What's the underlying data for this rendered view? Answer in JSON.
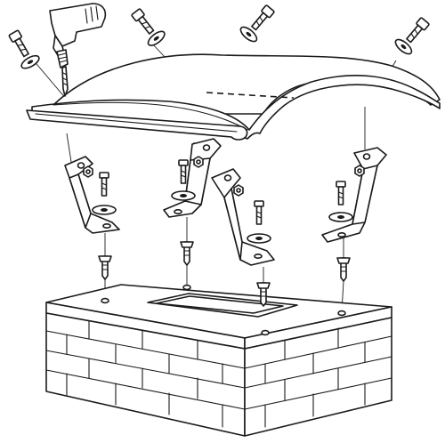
{
  "diagram": {
    "type": "exploded-assembly",
    "background": "#ffffff",
    "ink": "#1a1a1a",
    "parts": {
      "canopy": "curved-canopy-panel",
      "tool": "power-drill-icon",
      "top_bolts": 4,
      "brackets": 4,
      "bracket_bolts": 4,
      "wall_anchors": 4,
      "base": "brick-wall-base"
    }
  }
}
